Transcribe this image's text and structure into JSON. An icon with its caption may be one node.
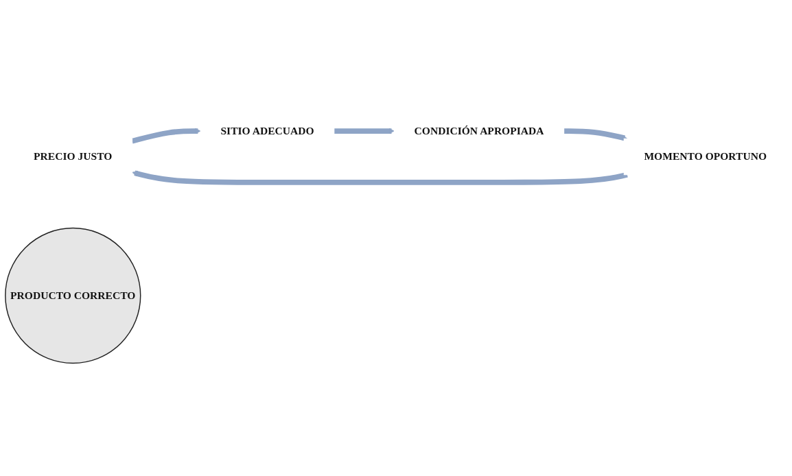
{
  "diagram": {
    "nodes": [
      {
        "text": [
          "PRECIO JUSTO"
        ]
      },
      {
        "text": [
          "SITIO ADECUADO"
        ]
      },
      {
        "text": [
          "CONDICIÓN APROPIADA"
        ]
      },
      {
        "text": [
          "MOMENTO OPORTUNO"
        ]
      },
      {
        "text": [
          "PRODUCTO CORRECTO"
        ]
      }
    ],
    "edges": [
      {
        "from": 0,
        "to": 1,
        "arrow": "to"
      },
      {
        "from": 1,
        "to": 2,
        "arrow": "to"
      },
      {
        "from": 2,
        "to": 3,
        "arrow": "to"
      },
      {
        "from": 3,
        "to": 0,
        "arrow": "to"
      }
    ]
  }
}
